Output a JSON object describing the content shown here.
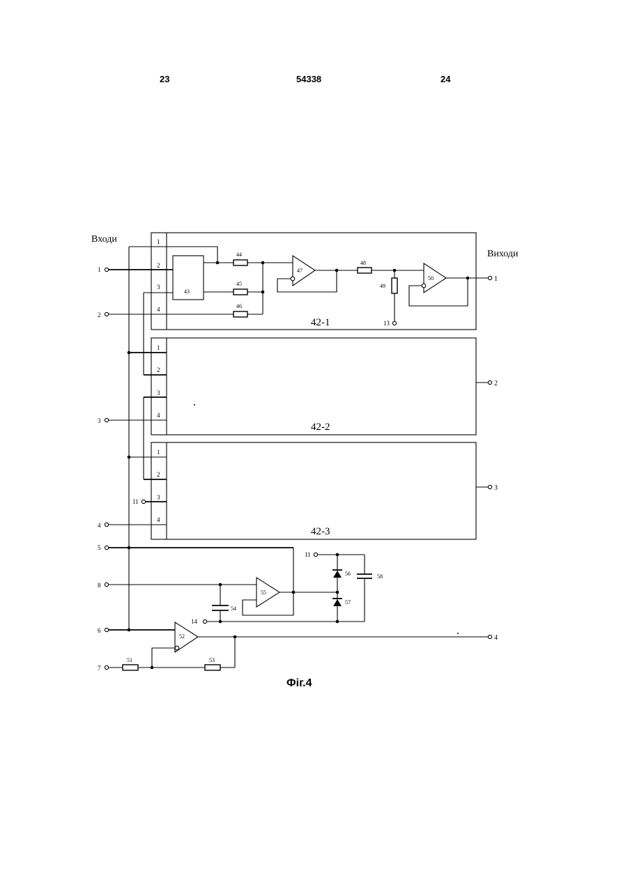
{
  "header": {
    "left_page": "23",
    "patent_number": "54338",
    "right_page": "24"
  },
  "labels": {
    "inputs": "Входи",
    "outputs": "Виходи",
    "block1": "42-1",
    "block2": "42-2",
    "block3": "42-3",
    "caption": "Фіг.4"
  },
  "terminals": {
    "in1": "1",
    "in2": "2",
    "in3": "3",
    "in4": "4",
    "in5": "5",
    "in6": "6",
    "in7": "7",
    "in8": "8",
    "in11": "11",
    "t11b": "11",
    "t13": "13",
    "t14": "14",
    "out1": "1",
    "out2": "2",
    "out3": "3",
    "out4": "4"
  },
  "pins": {
    "b1": [
      "1",
      "2",
      "3",
      "4"
    ],
    "b2": [
      "1",
      "2",
      "3",
      "4"
    ],
    "b3": [
      "1",
      "2",
      "3",
      "4"
    ]
  },
  "components": {
    "c43": "43",
    "c44": "44",
    "c45": "45",
    "c46": "46",
    "c47": "47",
    "c48": "48",
    "c49": "49",
    "c50": "50",
    "c51": "51",
    "c52": "52",
    "c53": "53",
    "c54": "54",
    "c55": "55",
    "c56": "56",
    "c57": "57",
    "c58": "58"
  }
}
